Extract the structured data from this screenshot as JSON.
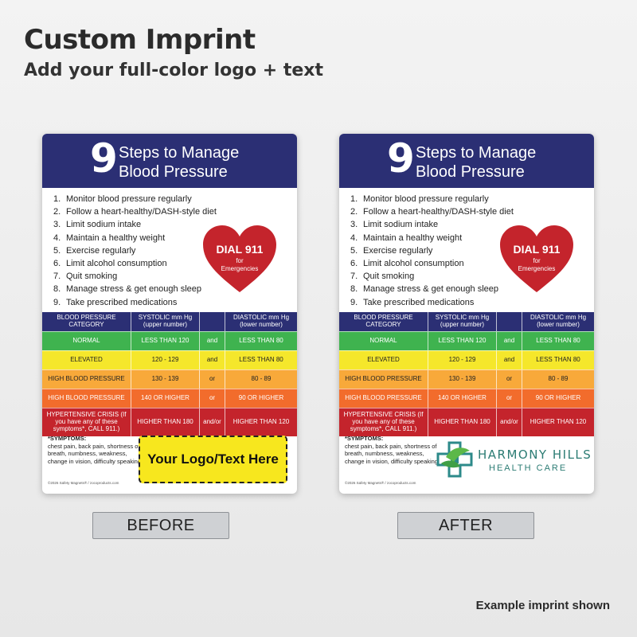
{
  "headline": "Custom Imprint",
  "subline": "Add your full-color logo + text",
  "footnote": "Example imprint shown",
  "card": {
    "number": "9",
    "title_line1": "Steps to Manage",
    "title_line2": "Blood Pressure",
    "steps": [
      {
        "num": "1.",
        "text": "Monitor blood pressure regularly"
      },
      {
        "num": "2.",
        "text": "Follow a heart-healthy/DASH-style diet"
      },
      {
        "num": "3.",
        "text": "Limit sodium intake"
      },
      {
        "num": "4.",
        "text": "Maintain a healthy weight"
      },
      {
        "num": "5.",
        "text": "Exercise regularly"
      },
      {
        "num": "6.",
        "text": "Limit alcohol consumption"
      },
      {
        "num": "7.",
        "text": "Quit smoking"
      },
      {
        "num": "8.",
        "text": "Manage stress & get enough sleep"
      },
      {
        "num": "9.",
        "text": "Take prescribed medications"
      }
    ],
    "heart": {
      "title": "DIAL 911",
      "for": "for",
      "sub": "Emergencies",
      "color": "#c4242c"
    },
    "table": {
      "header": [
        "BLOOD PRESSURE CATEGORY",
        "SYSTOLIC mm Hg (upper number)",
        "",
        "DIASTOLIC mm Hg (lower number)"
      ],
      "rows": [
        {
          "category": "NORMAL",
          "systolic": "LESS THAN 120",
          "joiner": "and",
          "diastolic": "LESS THAN 80",
          "color": "#3fb34f"
        },
        {
          "category": "ELEVATED",
          "systolic": "120 - 129",
          "joiner": "and",
          "diastolic": "LESS THAN 80",
          "color": "#f5e72b"
        },
        {
          "category": "HIGH BLOOD PRESSURE",
          "systolic": "130 - 139",
          "joiner": "or",
          "diastolic": "80 - 89",
          "color": "#f8a93a"
        },
        {
          "category": "HIGH BLOOD PRESSURE",
          "systolic": "140 OR HIGHER",
          "joiner": "or",
          "diastolic": "90 OR HIGHER",
          "color": "#f26c2c"
        },
        {
          "category": "HYPERTENSIVE CRISIS (If you have any of these symptoms*, CALL 911.)",
          "systolic": "HIGHER THAN 180",
          "joiner": "and/or",
          "diastolic": "HIGHER THAN 120",
          "color": "#c4242c"
        }
      ]
    },
    "symptoms_heading": "*SYMPTOMS:",
    "symptoms_text": "chest pain, back pain, shortness of breath, numbness, weakness, change in vision, difficulty speaking",
    "copyright": "©2026 Safety Magnets® / zocoproducts.com"
  },
  "before": {
    "logo_placeholder": "Your Logo/Text Here",
    "caption": "BEFORE"
  },
  "after": {
    "logo_name": "HARMONY HILLS",
    "logo_sub": "HEALTH CARE",
    "caption": "AFTER"
  },
  "colors": {
    "header_navy": "#2b2f74",
    "placeholder_yellow": "#f7e71e",
    "logo_teal": "#2c7c74",
    "logo_green": "#5cb848"
  }
}
